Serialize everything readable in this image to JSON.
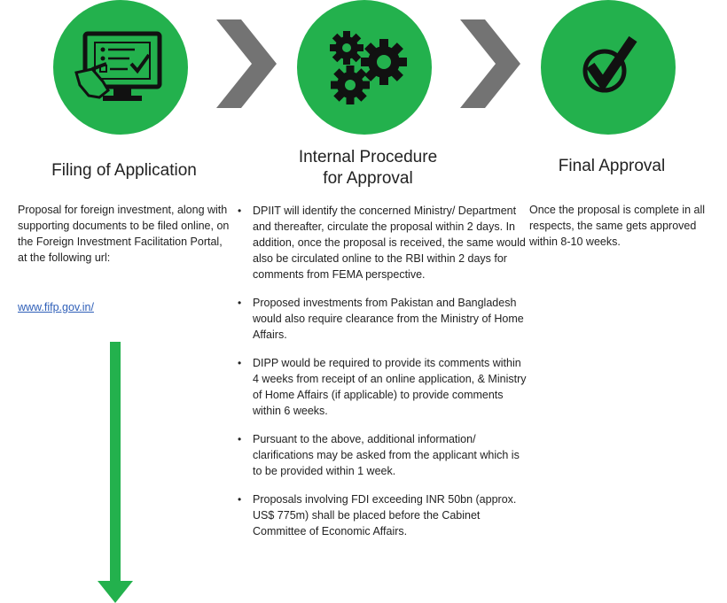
{
  "colors": {
    "accent_green": "#23b14d",
    "chevron_gray": "#737373",
    "link_blue": "#2f5fb8"
  },
  "icons": [
    "computer-checklist-icon",
    "gears-icon",
    "checkmark-icon"
  ],
  "steps": [
    {
      "heading": "Filing of Application",
      "description": "Proposal for foreign investment, along with supporting documents to be filed online, on the Foreign Investment Facilitation Portal, at the following url:",
      "link": "www.fifp.gov.in/"
    },
    {
      "heading_line1": "Internal Procedure",
      "heading_line2": "for Approval",
      "bullets": [
        "DPIIT will identify the concerned Ministry/ Department and thereafter, circulate the proposal within 2 days. In addition, once the proposal is received, the same would also be circulated online to the RBI within 2 days for comments from FEMA perspective.",
        "Proposed investments from Pakistan and Bangladesh would also require clearance from the Ministry of Home Affairs.",
        "DIPP would be required to provide its comments within 4 weeks from receipt of an online application, & Ministry of Home Affairs (if applicable) to provide comments within 6 weeks.",
        "Pursuant to the above, additional information/ clarifications may be asked from the applicant which is to be provided within 1 week.",
        "Proposals involving FDI exceeding INR 50bn (approx. US$ 775m) shall be placed before the Cabinet Committee of Economic Affairs."
      ]
    },
    {
      "heading": "Final Approval",
      "description": "Once the proposal is complete in all respects, the same gets approved within 8-10 weeks."
    }
  ]
}
